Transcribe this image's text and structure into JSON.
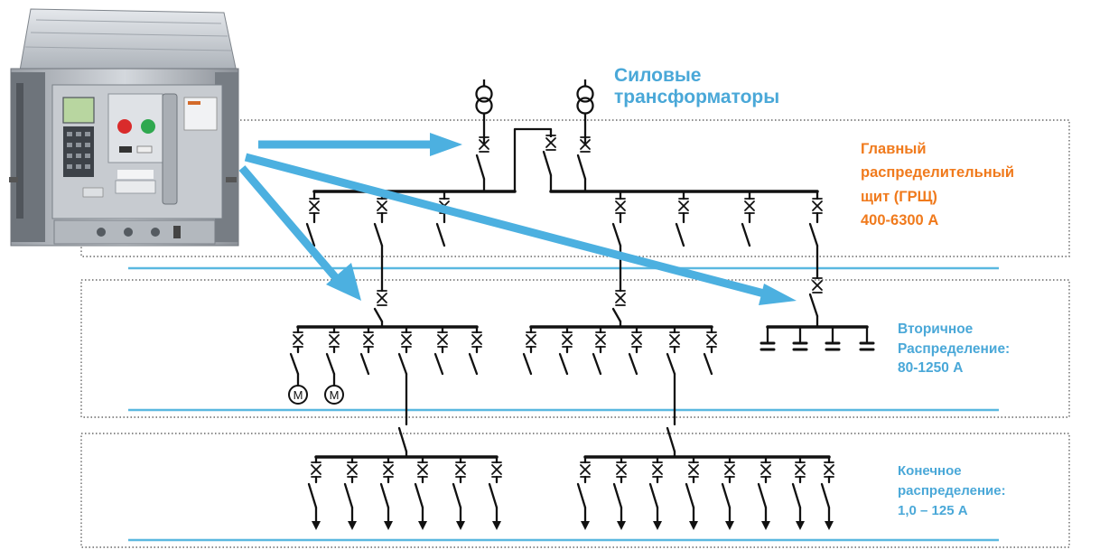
{
  "labels": {
    "transformers_line1": "Силовые",
    "transformers_line2": "трансформаторы",
    "main_line1": "Главный",
    "main_line2": "распределительный",
    "main_line3": "щит (ГРЩ)",
    "main_line4": "400-6300 А",
    "secondary_line1": "Вторичное",
    "secondary_line2": "Распределение:",
    "secondary_line3": "80-1250 А",
    "final_line1": "Конечное",
    "final_line2": "распределение:",
    "final_line3": "1,0 – 125 А"
  },
  "motor_symbol": "M",
  "colors": {
    "blue_label": "#4aa8d8",
    "orange_label": "#f07a1c",
    "arrow": "#4cb0e0",
    "level_line": "#5ab8e0",
    "wiring": "#111111"
  },
  "icons": [
    "transformer-icon",
    "breaker-photo",
    "motor-icon",
    "fuse-icon",
    "load-arrow-icon"
  ]
}
